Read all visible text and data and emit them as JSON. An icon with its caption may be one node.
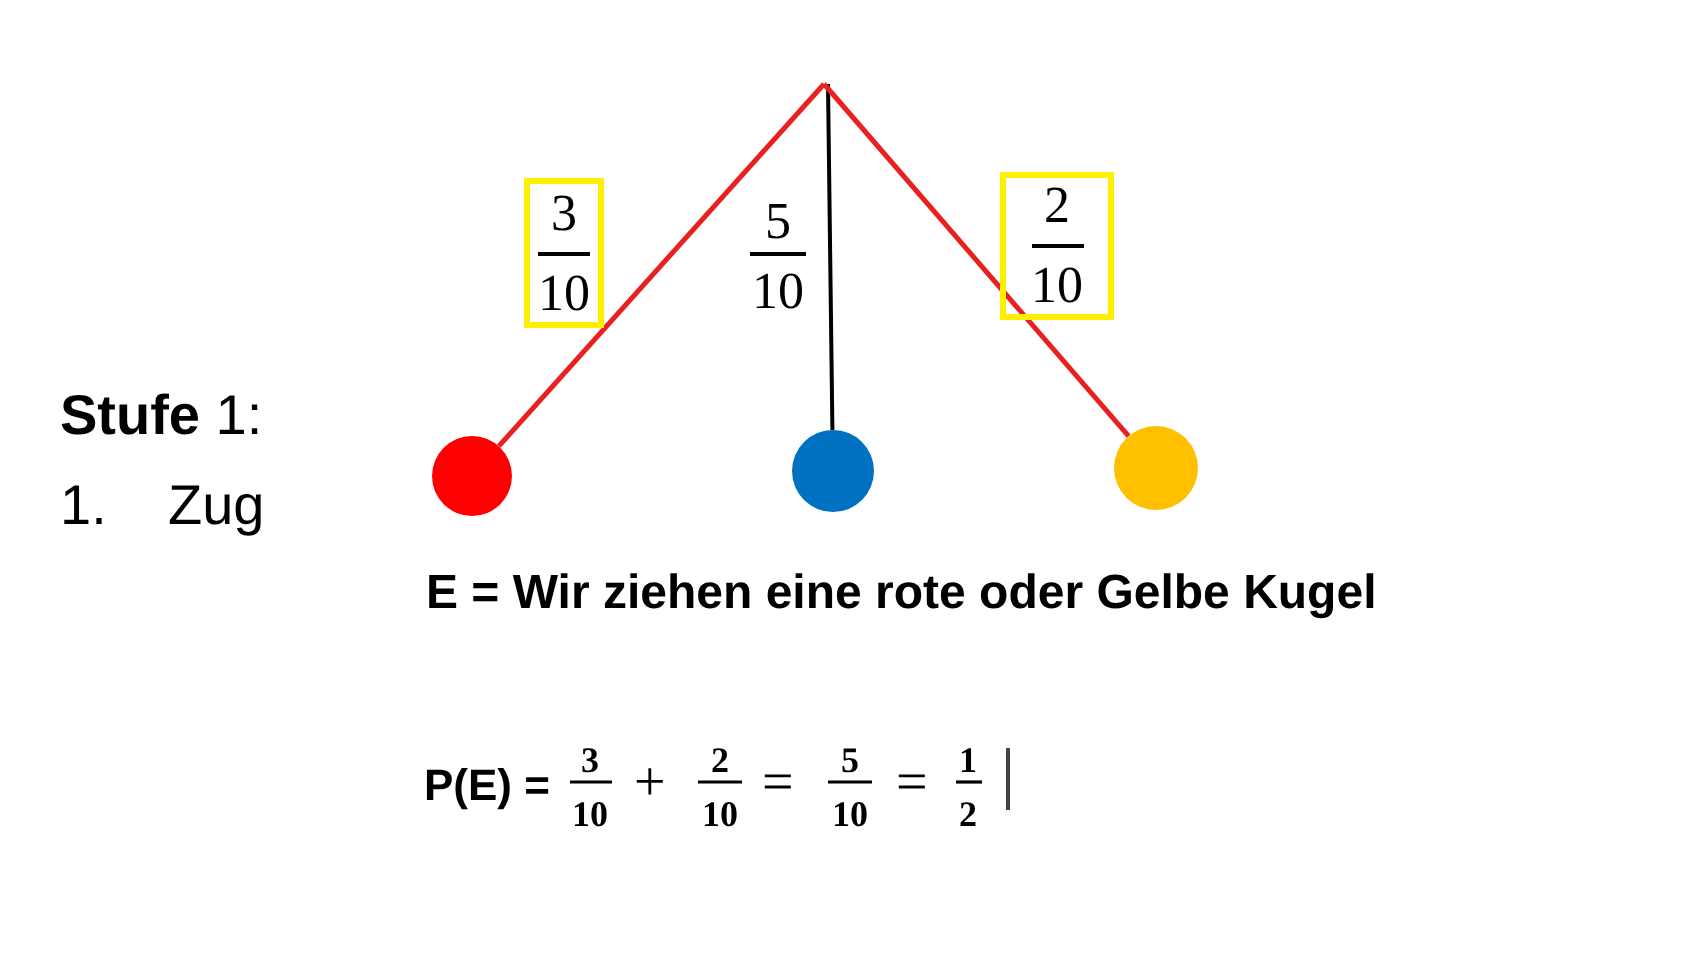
{
  "diagram": {
    "nodes": [
      {
        "text": [
          "3",
          "10"
        ]
      },
      {
        "text": [
          "2",
          "10"
        ]
      },
      {
        "text": [],
        "shape": "circle"
      },
      {
        "text": [],
        "shape": "circle"
      },
      {
        "text": [],
        "shape": "circle"
      }
    ],
    "edges": [
      {
        "from": null,
        "to": 2,
        "arrow": "none"
      },
      {
        "from": null,
        "to": 3,
        "arrow": "none",
        "color": "#000000"
      },
      {
        "from": null,
        "to": 4,
        "arrow": "none"
      }
    ],
    "labels": [
      "5",
      "10",
      "**Stufe** 1:",
      "1.",
      "Zug",
      "E = Wir ziehen eine rote oder Gelbe Kugel",
      "P(E) =",
      "3",
      "10",
      "+",
      "2",
      "10",
      "=",
      "5",
      "10",
      "=",
      "1",
      "2"
    ]
  }
}
